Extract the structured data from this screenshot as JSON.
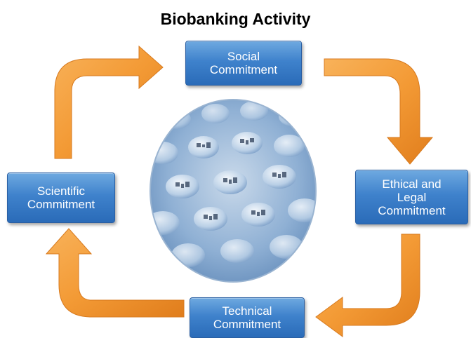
{
  "title": "Biobanking Activity",
  "boxes": {
    "social": "Social\nCommitment",
    "ethical": "Ethical and\nLegal\nCommitment",
    "technical": "Technical\nCommitment",
    "scientific": "Scientific\nCommitment"
  },
  "colors": {
    "box_blue": "#3f82cc",
    "arrow_orange": "#f39a35"
  },
  "image": {
    "subject": "barcoded sample tubes"
  }
}
